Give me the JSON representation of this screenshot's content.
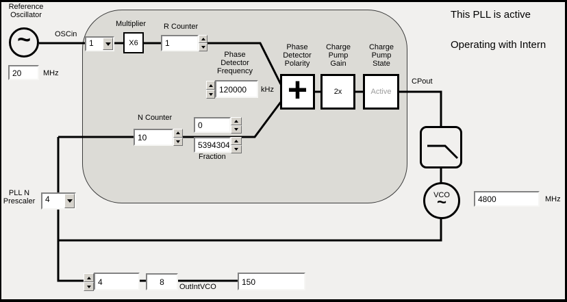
{
  "window": {
    "bg": "#f1f0ee",
    "panel_bg": "#dcdbd6",
    "line_color": "#000000"
  },
  "status": {
    "line1": "This PLL is active",
    "line2": "Operating with Intern"
  },
  "reference_oscillator": {
    "label_line1": "Reference",
    "label_line2": "Oscillator",
    "signal_label": "OSCin",
    "path_value": "1",
    "freq_value": "20",
    "freq_unit": "MHz"
  },
  "multiplier": {
    "label": "Multiplier",
    "value": "X6"
  },
  "r_counter": {
    "label": "R Counter",
    "value": "1"
  },
  "phase_detector_frequency": {
    "label_line1": "Phase",
    "label_line2": "Detector",
    "label_line3": "Frequency",
    "value": "120000",
    "unit": "kHz"
  },
  "n_counter": {
    "label": "N Counter",
    "value": "10",
    "integer_part": "0",
    "fractional_part": "5394304",
    "fraction_label": "Fraction"
  },
  "phase_detector_polarity": {
    "label_line1": "Phase",
    "label_line2": "Detector",
    "label_line3": "Polarity"
  },
  "charge_pump_gain": {
    "label_line1": "Charge",
    "label_line2": "Pump",
    "label_line3": "Gain",
    "value": "2x"
  },
  "charge_pump_state": {
    "label_line1": "Charge",
    "label_line2": "Pump",
    "label_line3": "State",
    "value": "Active",
    "value_color": "#9c9c9c"
  },
  "cpout": {
    "label": "CPout"
  },
  "vco": {
    "label": "VCO",
    "freq_value": "4800",
    "freq_unit": "MHz"
  },
  "prescaler": {
    "label_line1": "PLL N",
    "label_line2": "Prescaler",
    "value": "4"
  },
  "output_path": {
    "divider_value": "4",
    "post_divider": "8",
    "label": "OutIntVCO",
    "freq_value": "150"
  },
  "icons": {
    "sine_wave": "~",
    "polarity_plus": "+"
  }
}
